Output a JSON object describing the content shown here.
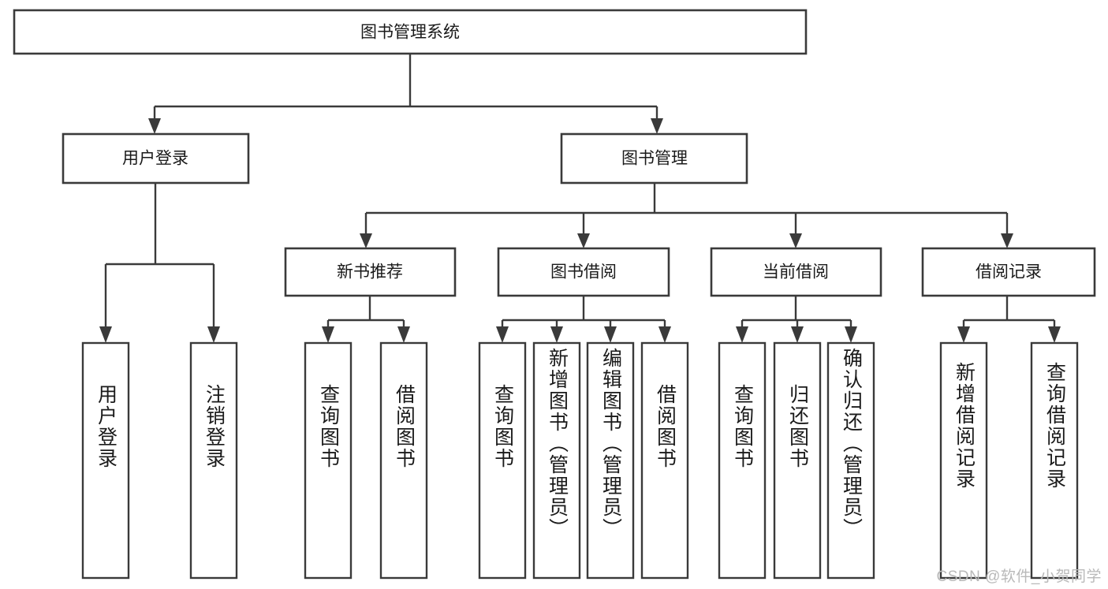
{
  "diagram": {
    "type": "tree-hierarchy",
    "title": "图书管理系统",
    "root": {
      "label": "图书管理系统",
      "id": "root"
    },
    "level2": [
      {
        "id": "user-login",
        "label": "用户登录"
      },
      {
        "id": "book-manage",
        "label": "图书管理"
      }
    ],
    "level3": [
      {
        "id": "new-book-recommend",
        "label": "新书推荐",
        "parent": "book-manage"
      },
      {
        "id": "book-borrow",
        "label": "图书借阅",
        "parent": "book-manage"
      },
      {
        "id": "current-borrow",
        "label": "当前借阅",
        "parent": "book-manage"
      },
      {
        "id": "borrow-record",
        "label": "借阅记录",
        "parent": "book-manage"
      }
    ],
    "leaves": [
      {
        "id": "leaf-user-login",
        "label": "用户登录",
        "parent": "user-login"
      },
      {
        "id": "leaf-user-logout",
        "label": "注销登录",
        "parent": "user-login"
      },
      {
        "id": "leaf-query-book-1",
        "label": "查询图书",
        "parent": "new-book-recommend"
      },
      {
        "id": "leaf-borrow-book-1",
        "label": "借阅图书",
        "parent": "new-book-recommend"
      },
      {
        "id": "leaf-query-book-2",
        "label": "查询图书",
        "parent": "book-borrow"
      },
      {
        "id": "leaf-add-book",
        "label": "新增图书（管理员）",
        "parent": "book-borrow"
      },
      {
        "id": "leaf-edit-book",
        "label": "编辑图书（管理员）",
        "parent": "book-borrow"
      },
      {
        "id": "leaf-borrow-book-2",
        "label": "借阅图书",
        "parent": "book-borrow"
      },
      {
        "id": "leaf-query-book-3",
        "label": "查询图书",
        "parent": "current-borrow"
      },
      {
        "id": "leaf-return-book",
        "label": "归还图书",
        "parent": "current-borrow"
      },
      {
        "id": "leaf-confirm-return",
        "label": "确认归还（管理员）",
        "parent": "current-borrow"
      },
      {
        "id": "leaf-add-record",
        "label": "新增借阅记录",
        "parent": "borrow-record"
      },
      {
        "id": "leaf-query-record",
        "label": "查询借阅记录",
        "parent": "borrow-record"
      }
    ],
    "colors": {
      "stroke": "#3a3a3a",
      "fill": "#ffffff",
      "text": "#1a1a1a",
      "watermark": "#b9b9b9"
    }
  },
  "watermark": {
    "text": "CSDN @软件_小贺同学"
  }
}
